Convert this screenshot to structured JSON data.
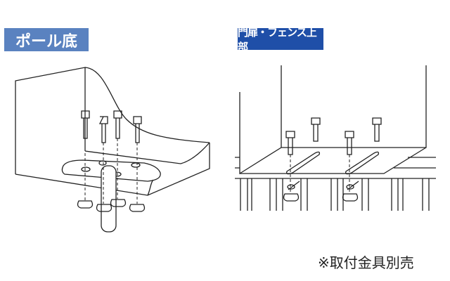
{
  "panels": [
    {
      "title": "ポール底",
      "bg": "#5a82c0"
    },
    {
      "title": "門扉・フェンス上部",
      "bg": "#1f4fa8"
    }
  ],
  "note": "※取付金具別売"
}
